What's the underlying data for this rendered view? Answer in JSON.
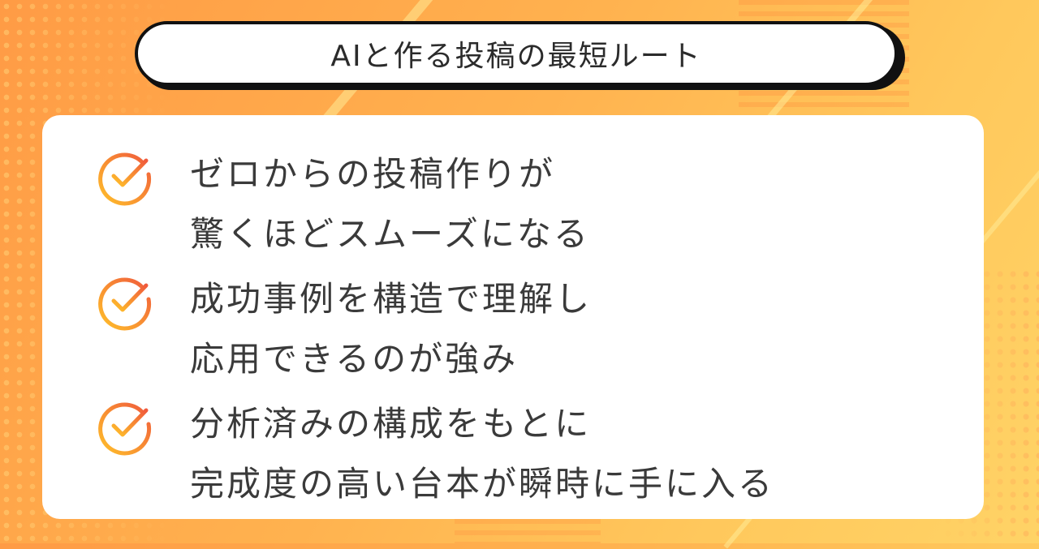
{
  "title": "AIと作る投稿の最短ルート",
  "colors": {
    "background_start": "#ff9b45",
    "background_end": "#ffd366",
    "check_gradient_start": "#ffc02a",
    "check_gradient_end": "#f05a3c",
    "text": "#3a3a3a",
    "pill_border": "#111111"
  },
  "items": [
    {
      "icon": "check-circle-icon",
      "line1": "ゼロからの投稿作りが",
      "line2": "驚くほどスムーズになる"
    },
    {
      "icon": "check-circle-icon",
      "line1": "成功事例を構造で理解し",
      "line2": "応用できるのが強み"
    },
    {
      "icon": "check-circle-icon",
      "line1": "分析済みの構成をもとに",
      "line2": "完成度の高い台本が瞬時に手に入る"
    }
  ]
}
